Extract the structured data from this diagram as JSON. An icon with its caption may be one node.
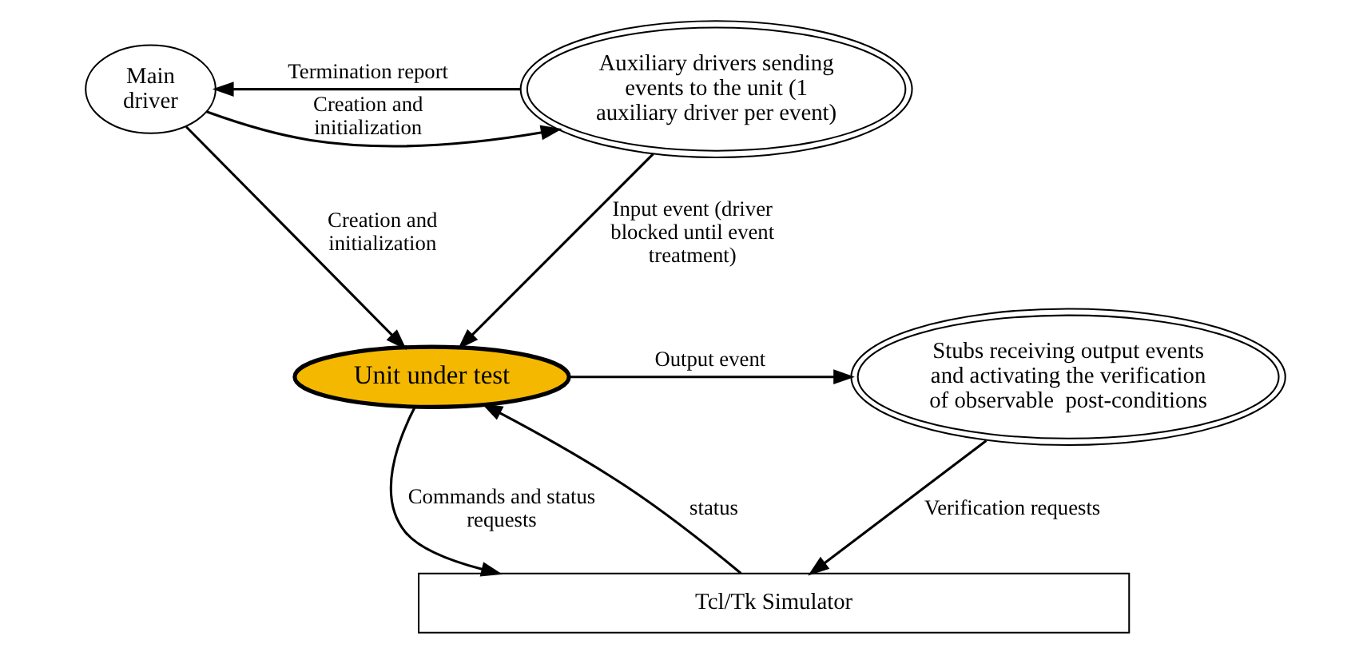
{
  "diagram": {
    "nodes": [
      {
        "text": [
          "Main driver"
        ]
      },
      {
        "text": [
          "Auxiliary drivers sending events to the unit (1 auxiliary driver per event)"
        ]
      },
      {
        "text": [
          "Unit under test"
        ]
      },
      {
        "text": [
          "Stubs receiving output events and activating the verification of observable  post-conditions"
        ]
      },
      {
        "text": [
          "Tcl/Tk Simulator"
        ]
      }
    ],
    "edges": [
      {
        "from": 1,
        "to": 0,
        "arrow": "to",
        "label": "Termination report"
      },
      {
        "from": 0,
        "to": 1,
        "arrow": "to",
        "label": "Creation and initialization"
      },
      {
        "from": 0,
        "to": 2,
        "arrow": "to",
        "label": "Creation and initialization"
      },
      {
        "from": 1,
        "to": 2,
        "arrow": "to",
        "label": "Input event (driver blocked until event treatment)"
      },
      {
        "from": 2,
        "to": 3,
        "arrow": "to",
        "label": "Output event"
      },
      {
        "from": 2,
        "to": 4,
        "arrow": "to",
        "label": "Commands and status requests"
      },
      {
        "from": 4,
        "to": 2,
        "arrow": "to",
        "label": "status"
      },
      {
        "from": 3,
        "to": 4,
        "arrow": "to",
        "label": "Verification requests"
      }
    ]
  }
}
